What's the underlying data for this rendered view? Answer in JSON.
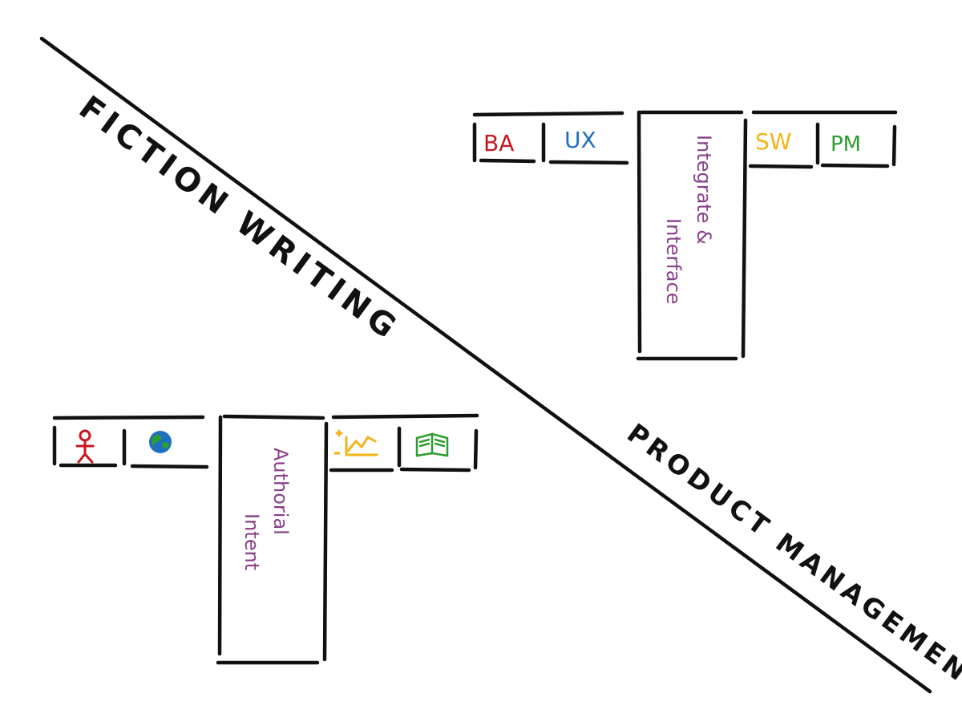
{
  "diagram": {
    "left_region_label": "FICTION WRITING",
    "right_region_label": "PRODUCT MANAGEMENT",
    "product_t": {
      "stem_label_line1": "Integrate &",
      "stem_label_line2": "Interface",
      "bar_cells": [
        {
          "label": "BA",
          "color": "#c8161d"
        },
        {
          "label": "UX",
          "color": "#1f6fbf"
        },
        {
          "label": "SW",
          "color": "#f2b418"
        },
        {
          "label": "PM",
          "color": "#2e9e2e"
        }
      ]
    },
    "fiction_t": {
      "stem_label_line1": "Authorial",
      "stem_label_line2": "Intent",
      "bar_cells": [
        {
          "icon": "person-icon",
          "color": "#c8161d"
        },
        {
          "icon": "globe-icon",
          "color": "#1f6fbf"
        },
        {
          "icon": "plot-chart-icon",
          "color": "#f2b418"
        },
        {
          "icon": "open-book-icon",
          "color": "#2e9e2e"
        }
      ]
    },
    "stem_text_color": "#8a3f8a"
  }
}
